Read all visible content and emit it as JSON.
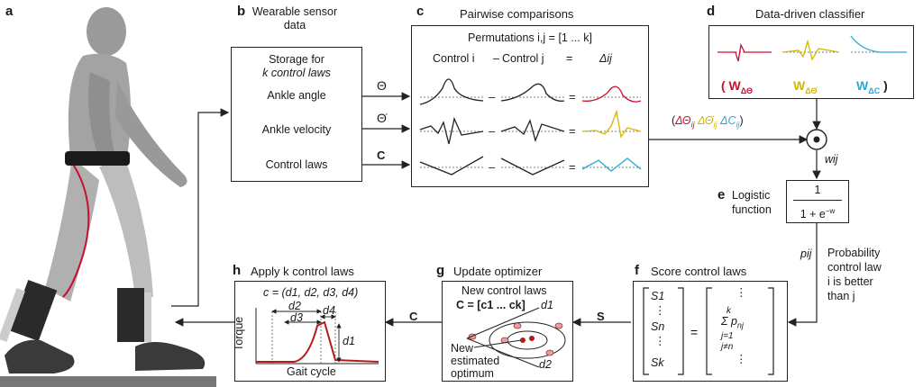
{
  "panels": {
    "a": {
      "letter": "a"
    },
    "b": {
      "letter": "b",
      "title": "Wearable sensor data",
      "storage": "Storage for",
      "storage2": "k control laws",
      "rows": [
        "Ankle angle",
        "Ankle velocity",
        "Control laws"
      ],
      "symbols": [
        "Θ",
        "Θ̇",
        "C"
      ]
    },
    "c": {
      "letter": "c",
      "title": "Pairwise comparisons",
      "permutations": "Permutations i,j = [1 ... k]",
      "control_i": "Control i",
      "minus": "–",
      "control_j": "Control j",
      "equals": "=",
      "delta": "Δij"
    },
    "d": {
      "letter": "d",
      "title": "Data-driven classifier",
      "w1": "W",
      "w1sub": "ΔΘ",
      "w2": "W",
      "w2sub": "ΔΘ̇",
      "w3": "W",
      "w3sub": "ΔC",
      "paren_open": "(",
      "paren_close": ")",
      "colors": {
        "red": "#c8102e",
        "yellow": "#e2c400",
        "blue": "#29a8d8"
      }
    },
    "e": {
      "letter": "e",
      "label1": "Logistic",
      "label2": "function",
      "num": "1",
      "den": "1 + e",
      "den_exp": "−w",
      "wij": "wij"
    },
    "f": {
      "letter": "f",
      "title": "Score control laws",
      "vec": [
        "S1",
        "⋮",
        "Sn",
        "⋮",
        "Sk"
      ],
      "sum_top": "k",
      "sum": "Σ p",
      "sum_sub": "nj",
      "j1": "j=1",
      "jn": "j≠n",
      "pij": "pij",
      "prob": [
        "Probability",
        "control law",
        "i is better",
        "than j"
      ]
    },
    "g": {
      "letter": "g",
      "title": "Update optimizer",
      "new_laws": "New control laws",
      "cdef": "C = [c1 ... ck]",
      "d1": "d1",
      "d2": "d2",
      "new": "New",
      "estimated": "estimated",
      "optimum": "optimum",
      "s": "S"
    },
    "h": {
      "letter": "h",
      "title": "Apply k control laws",
      "eq": "c = (d1, d2, d3, d4)",
      "d1": "d1",
      "d2": "d2",
      "d3": "d3",
      "d4": "d4",
      "ylabel": "Torque",
      "xlabel": "Gait cycle",
      "c": "C"
    },
    "arrow_label": "(ΔΘij ΔΘ̇ij ΔCij)"
  }
}
